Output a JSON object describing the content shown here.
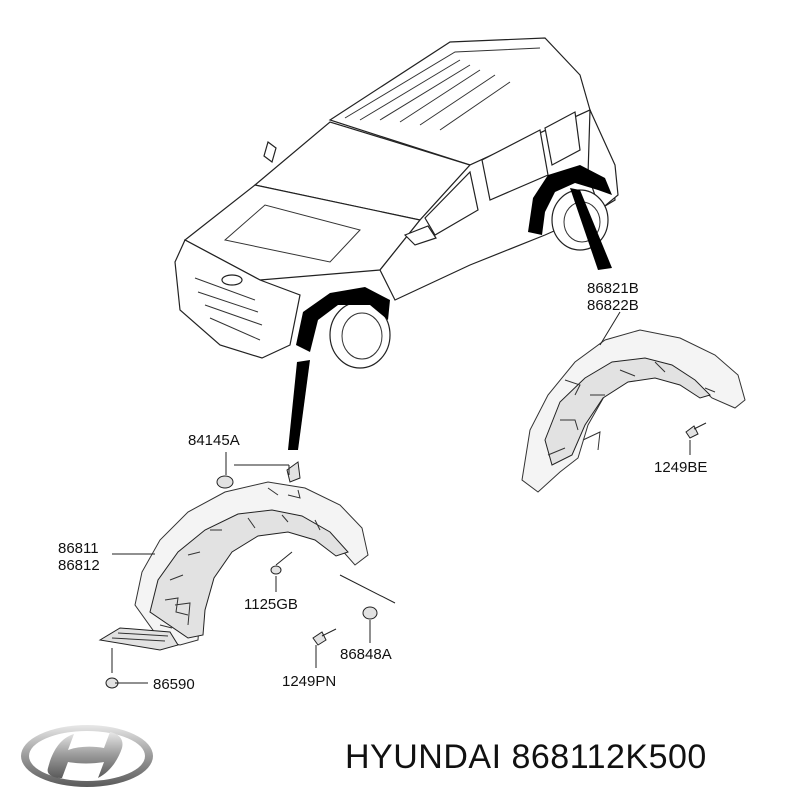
{
  "callouts": {
    "c86821": "86821B",
    "c86822": "86822B",
    "c84145": "84145A",
    "c1249be": "1249BE",
    "c86811": "86811",
    "c86812": "86812",
    "c1125gb": "1125GB",
    "c86848": "86848A",
    "c86590": "86590",
    "c1249pn": "1249PN"
  },
  "footer": {
    "text": "HYUNDAI 868112K500",
    "logo_icon": "hyundai-logo-icon"
  }
}
